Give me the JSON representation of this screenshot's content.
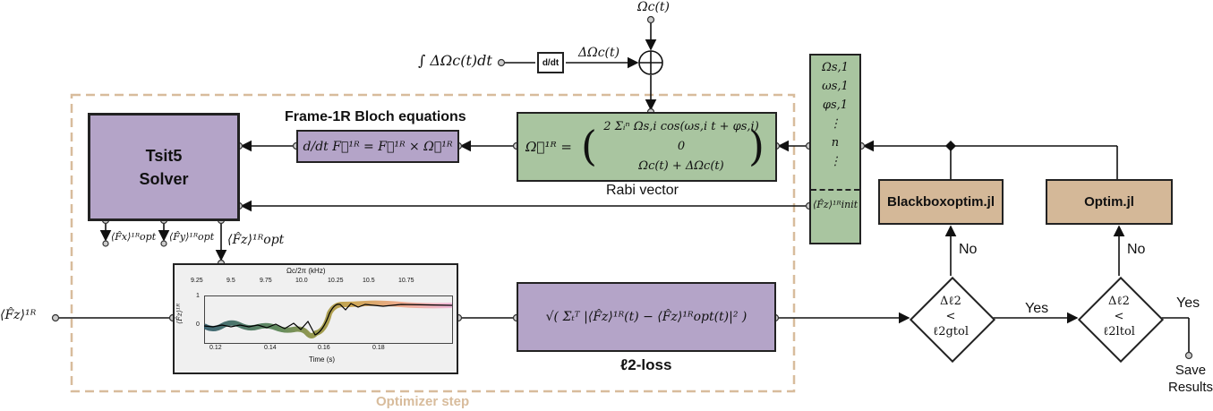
{
  "top": {
    "omega_c": "Ωc(t)",
    "integral": "∫ ΔΩc(t)dt",
    "ddt": "d/dt",
    "delta_omega": "ΔΩc(t)",
    "sum_symbol": "⊕"
  },
  "solver": {
    "line1": "Tsit5",
    "line2": "Solver"
  },
  "bloch": {
    "title": "Frame-1R Bloch equations",
    "equation": "d/dt F⃗¹ᴿ = F⃗¹ᴿ × Ω⃗¹ᴿ"
  },
  "rabi": {
    "lhs": "Ω⃗¹ᴿ =",
    "row1": "2 Σᵢⁿ Ωs,i cos(ωs,i t + φs,i)",
    "row2": "0",
    "row3": "Ωc(t) + ΔΩc(t)",
    "label": "Rabi vector"
  },
  "params": {
    "items": [
      "Ωs,1",
      "ωs,1",
      "φs,1",
      "⋮",
      "n",
      "⋮"
    ],
    "init": "⟨F̂z⟩¹ᴿinit"
  },
  "outputs": {
    "fx": "⟨F̂x⟩¹ᴿopt",
    "fy": "⟨F̂y⟩¹ᴿopt",
    "fz": "⟨F̂z⟩¹ᴿopt"
  },
  "input": {
    "label": "⟨F̂z⟩¹ᴿ"
  },
  "plot": {
    "top_axis_label": "Ωc/2π (kHz)",
    "top_ticks": [
      "9.25",
      "9.5",
      "9.75",
      "10.0",
      "10.25",
      "10.5",
      "10.75"
    ],
    "y_label": "⟨F̂z⟩¹ᴿ",
    "y_ticks": [
      "1",
      "0"
    ],
    "x_ticks": [
      "0.12",
      "0.14",
      "0.16",
      "0.18"
    ],
    "x_label": "Time (s)"
  },
  "loss": {
    "equation": "√( Σₜᵀ |⟨F̂z⟩¹ᴿ(t) − ⟨F̂z⟩¹ᴿopt(t)|² )",
    "label": "ℓ2-loss"
  },
  "optimizers": {
    "blackbox": "Blackboxoptim.jl",
    "optim": "Optim.jl"
  },
  "decisions": {
    "global": {
      "top": "Δℓ2",
      "mid": "<",
      "bottom": "ℓ2gtol"
    },
    "local": {
      "top": "Δℓ2",
      "mid": "<",
      "bottom": "ℓ2ltol"
    },
    "no": "No",
    "yes": "Yes"
  },
  "save": {
    "line1": "Save",
    "line2": "Results"
  },
  "frame": {
    "label": "Optimizer step"
  },
  "colors": {
    "purple": "#b4a4c8",
    "green": "#a9c5a0",
    "tan": "#d4b898",
    "dashed": "#d8bc9c"
  }
}
